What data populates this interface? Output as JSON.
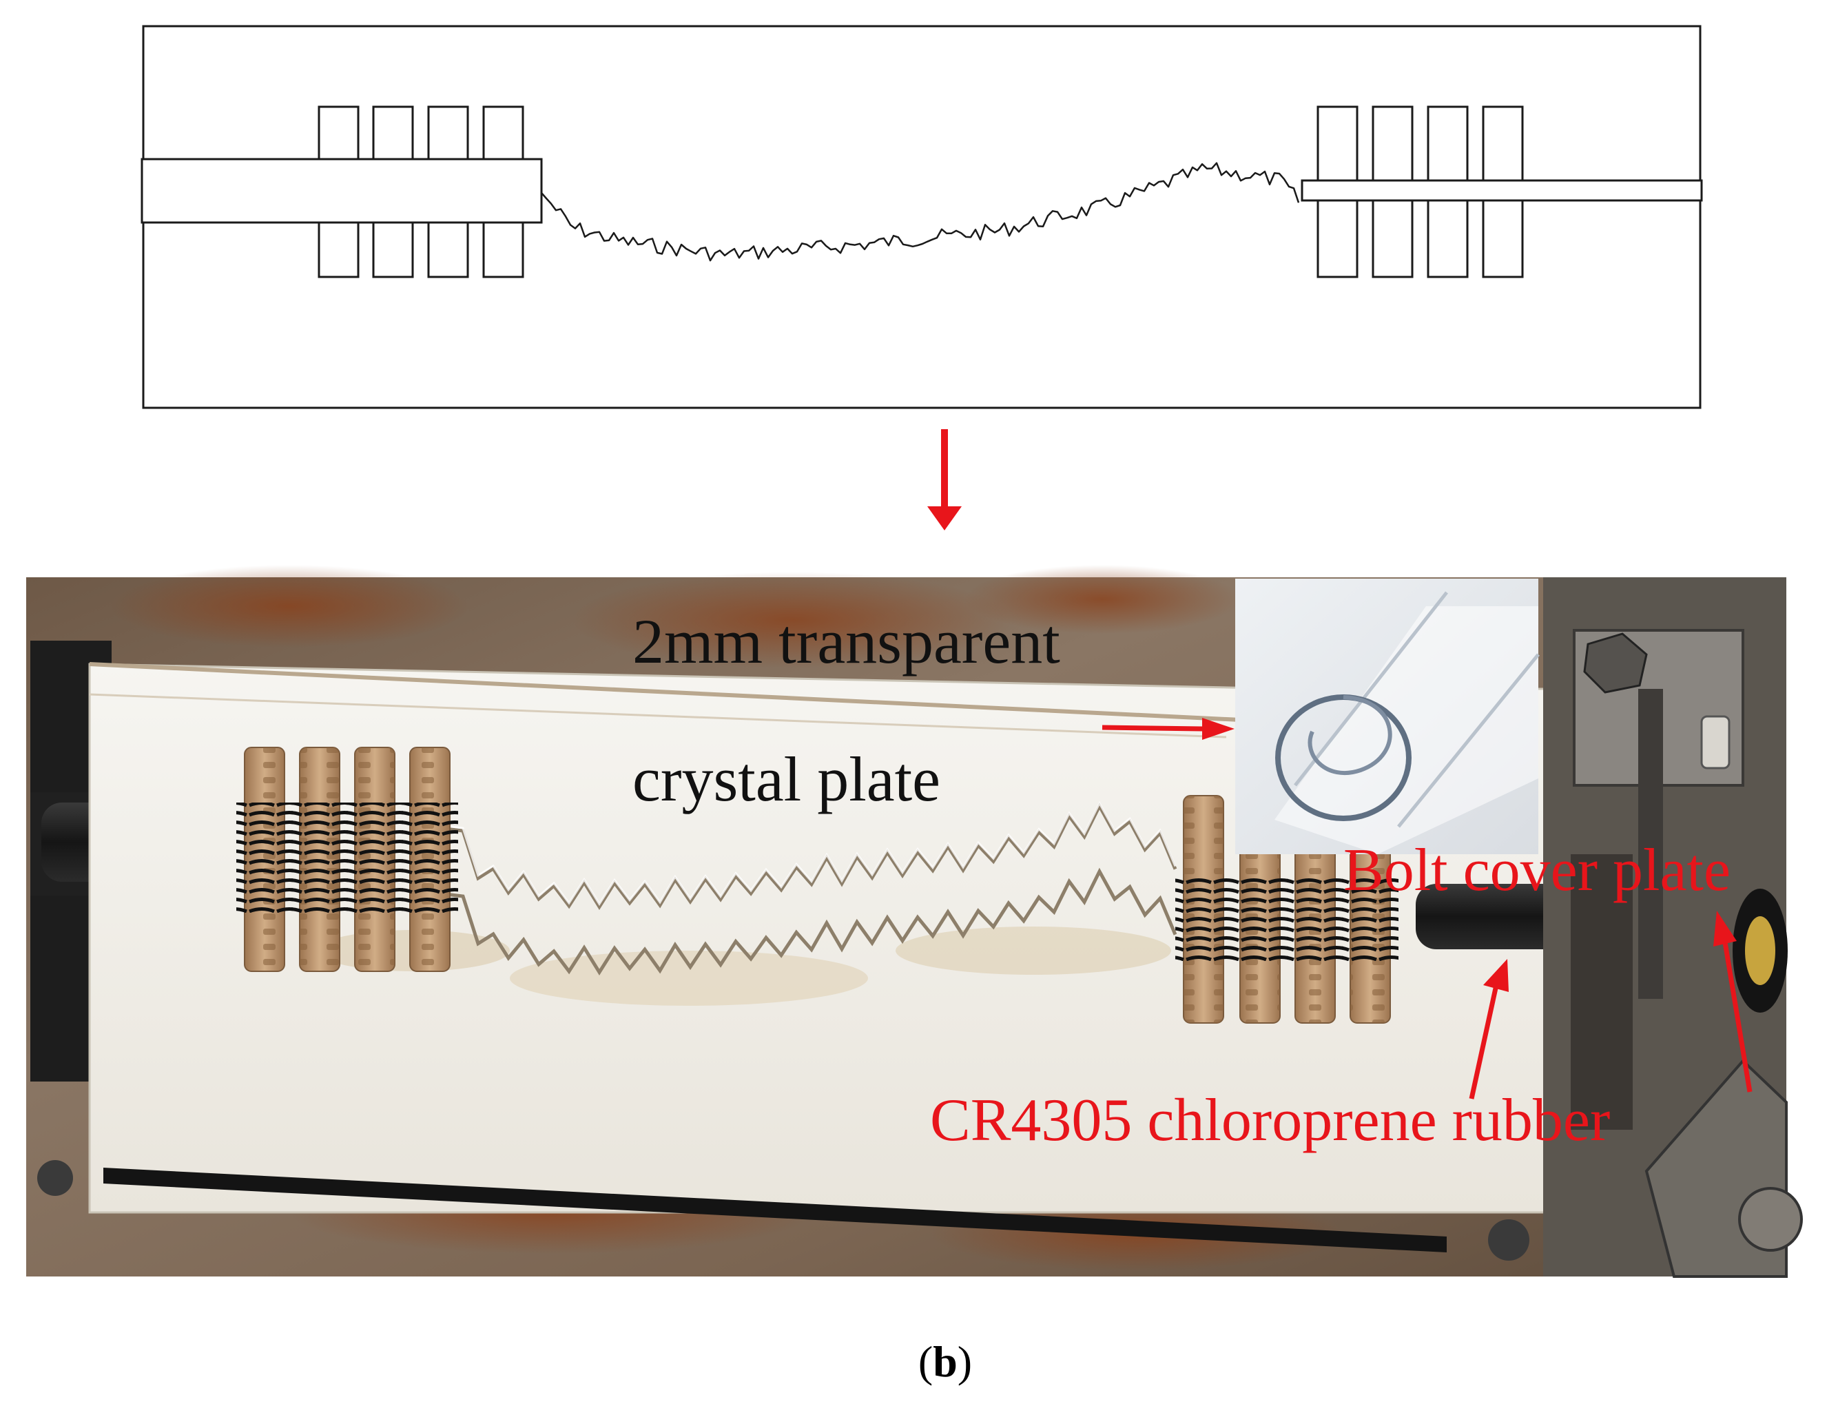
{
  "figure": {
    "panel_label_open": "(",
    "panel_label_letter": "b",
    "panel_label_close": ")"
  },
  "photo": {
    "label_crystal_line1": "2mm transparent",
    "label_crystal_line2": "crystal plate",
    "label_bolt": "Bolt cover plate",
    "label_rubber": "CR4305 chloroprene rubber"
  },
  "colors": {
    "arrow": "#e8151b",
    "annotation": "#e8151b",
    "outline": "#1a1a1a",
    "photo_rust": "#7d6a58",
    "photo_plate": "#f3f1ec",
    "spring_rod": "#b88f6a",
    "rubber": "#232323"
  },
  "icons": {
    "transition_arrow": "arrow-down-icon",
    "spring": "spring-icon"
  }
}
